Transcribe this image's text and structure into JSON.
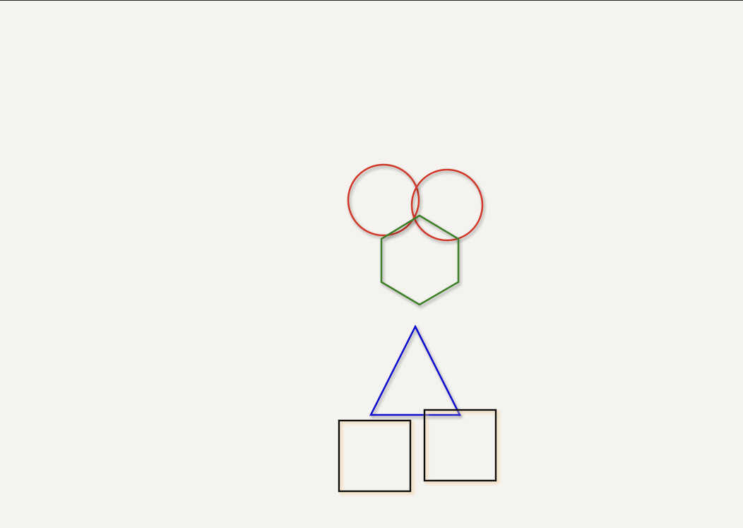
{
  "canvas": {
    "background_color": "#f4f3ef",
    "border_color": "#222222"
  },
  "shapes": [
    {
      "kind": "circle",
      "name": "circle-left",
      "stroke_color": "#d0392b"
    },
    {
      "kind": "circle",
      "name": "circle-right",
      "stroke_color": "#d0392b"
    },
    {
      "kind": "hexagon",
      "name": "hexagon",
      "stroke_color": "#3f7f2a"
    },
    {
      "kind": "triangle",
      "name": "triangle",
      "stroke_color": "#1010d0"
    },
    {
      "kind": "square",
      "name": "square-left",
      "stroke_color": "#111111",
      "shadow_color": "#f2cfa0"
    },
    {
      "kind": "square",
      "name": "square-right",
      "stroke_color": "#111111",
      "shadow_color": "#f2cfa0"
    }
  ]
}
